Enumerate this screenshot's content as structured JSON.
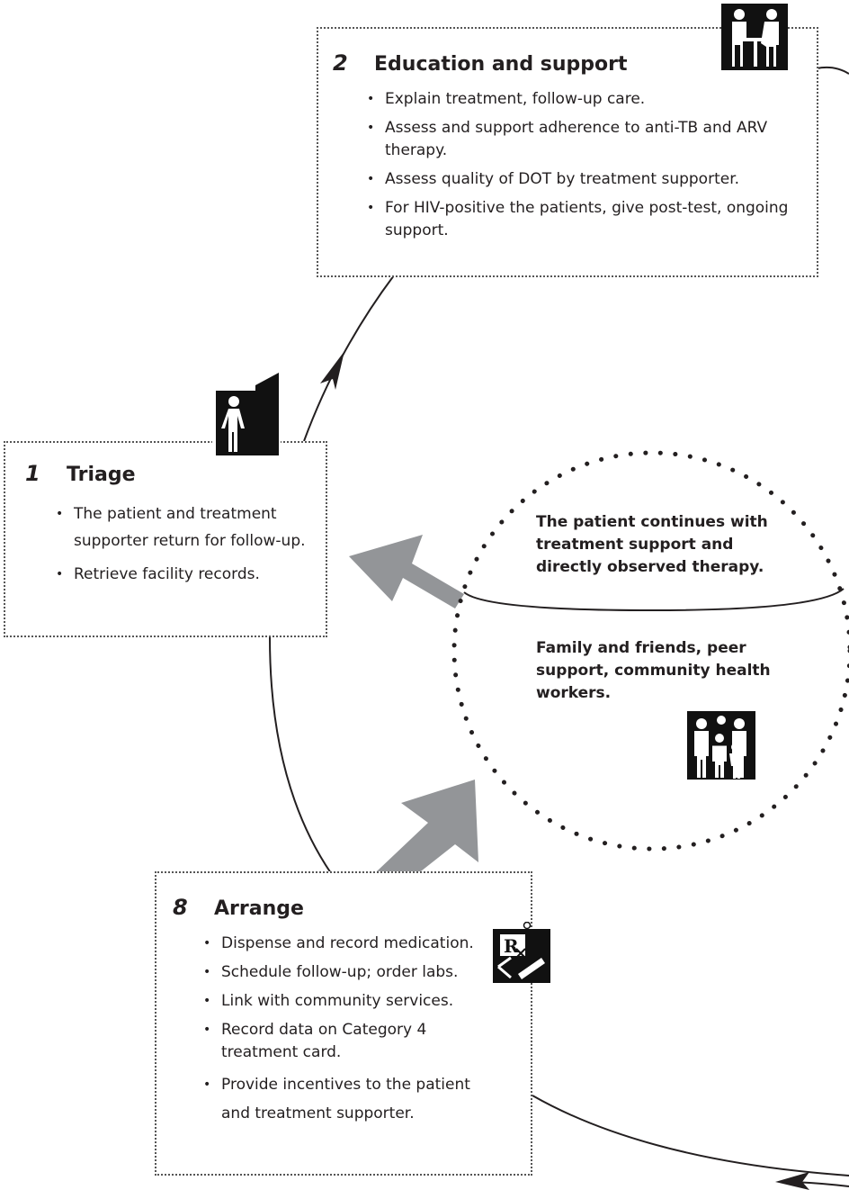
{
  "step2": {
    "number": "2",
    "title": "Education and support",
    "items": [
      "Explain treatment, follow-up care.",
      "Assess and support adherence to anti-TB and ARV therapy.",
      "Assess quality of DOT by treatment supporter.",
      "For HIV-positive the patients, give post-test, ongoing support."
    ],
    "icon": "consultation-icon"
  },
  "step1": {
    "number": "1",
    "title": "Triage",
    "items": [
      "The patient and treatment supporter return for follow-up.",
      "Retrieve facility records."
    ],
    "icon": "door-entry-icon"
  },
  "step8": {
    "number": "8",
    "title": "Arrange",
    "items": [
      "Dispense and record medication.",
      "Schedule follow-up; order labs.",
      "Link with community services.",
      "Record data on Category 4 treatment card.",
      "Provide incentives to the patient and treatment supporter."
    ],
    "icon": "prescription-icon"
  },
  "circle": {
    "top_text": "The patient continues with treatment support and directly observed therapy.",
    "bottom_text": "Family and friends, peer support, community health workers.",
    "icon": "family-icon"
  },
  "colors": {
    "arrow_fill": "#939598",
    "text": "#231f20",
    "icon_bg": "#111111"
  }
}
